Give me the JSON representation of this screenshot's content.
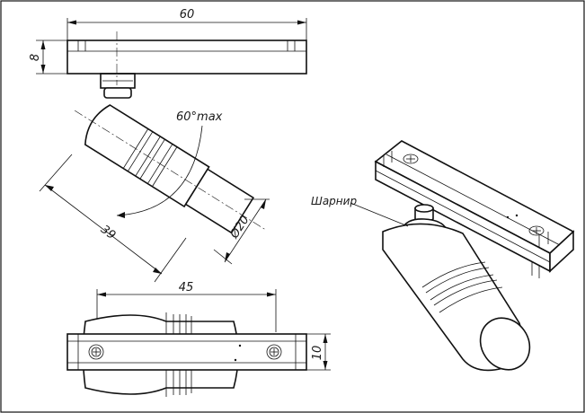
{
  "dimensions": {
    "top_width": "60",
    "top_height": "8",
    "angle": "60°max",
    "length": "39",
    "diameter": "Ø20",
    "bottom_width": "45",
    "bottom_height": "10"
  },
  "callouts": {
    "joint": "Шарнир"
  }
}
